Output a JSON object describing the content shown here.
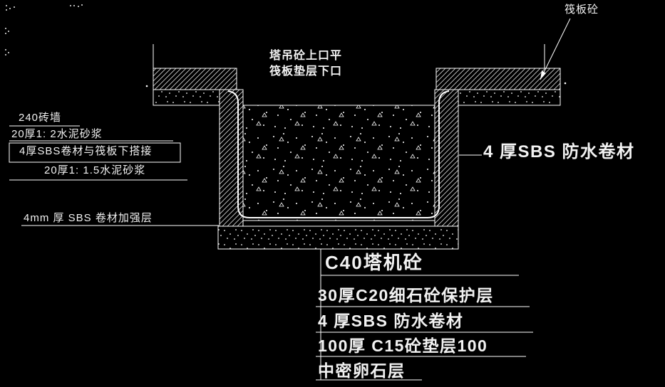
{
  "colors": {
    "background": "#000000",
    "ink": "#ffffff"
  },
  "annotations": {
    "raft_slab_label": "筏板砼",
    "top_note": {
      "line1": "塔吊砼上口平",
      "line2": "筏板垫层下口"
    },
    "left_stack": {
      "brick_wall": "240砖墙",
      "mortar_1_2": "20厚1: 2水泥砂浆",
      "sbs_lap": "4厚SBS卷材与筏板下搭接",
      "mortar_1_15": "20厚1: 1.5水泥砂浆"
    },
    "reinforce_layer": "4mm 厚 SBS 卷材加强层",
    "waterproof_right": "4 厚SBS 防水卷材",
    "bottom_stack": {
      "items": [
        "C40塔机砼",
        "30厚C20细石砼保护层",
        "4 厚SBS 防水卷材",
        "100厚 C15砼垫层100",
        "中密卵石层"
      ]
    }
  }
}
